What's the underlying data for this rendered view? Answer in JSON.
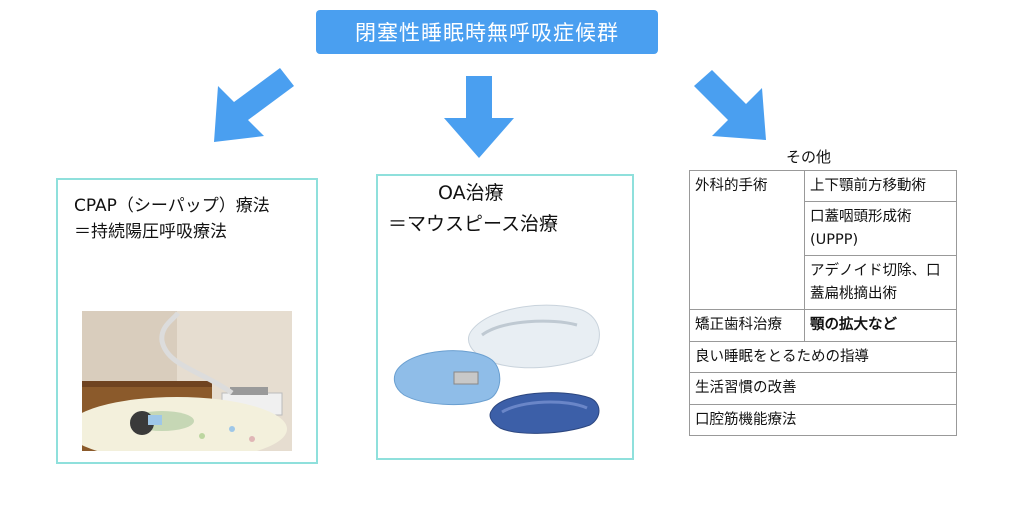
{
  "title": "閉塞性睡眠時無呼吸症候群",
  "colors": {
    "title_bg": "#4a9ff0",
    "arrow": "#4a9ff0",
    "box_border": "#8fe0dc"
  },
  "cpap": {
    "line1": "CPAP（シーパップ）療法",
    "line2": "＝持続陽圧呼吸療法"
  },
  "oa": {
    "line1": "OA治療",
    "line2": "＝マウスピース治療"
  },
  "other": {
    "title": "その他",
    "surgery_label": "外科的手術",
    "surgery_items": [
      "上下顎前方移動術",
      "口蓋咽頭形成術(UPPP)",
      "アデノイド切除、口蓋扁桃摘出術"
    ],
    "ortho_label": "矯正歯科治療",
    "ortho_value": "顎の拡大など",
    "sleep_guidance": "良い睡眠をとるための指導",
    "lifestyle": "生活習慣の改善",
    "oral_muscle": "口腔筋機能療法"
  }
}
